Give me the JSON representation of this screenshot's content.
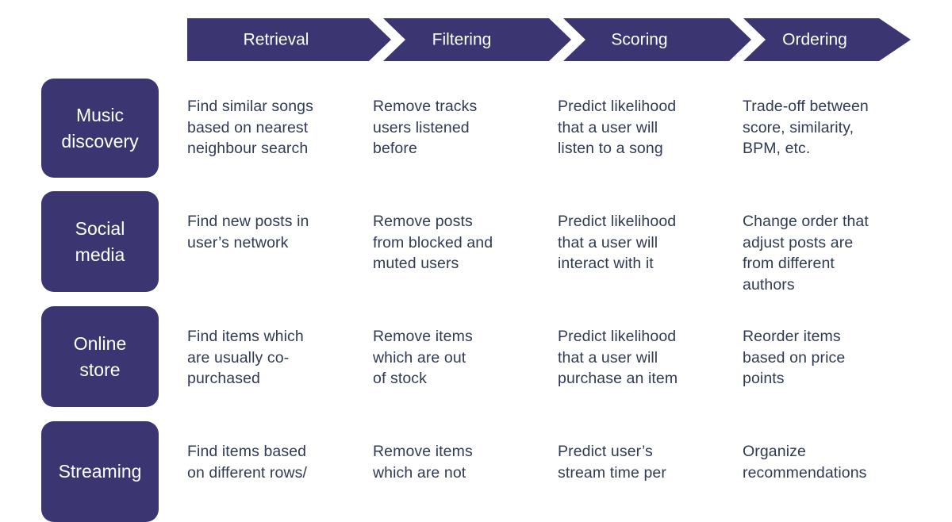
{
  "colors": {
    "indigo": "#3B3671",
    "cell_text": "#2F3B54",
    "header_text": "#FFFFFF",
    "background": "#FFFFFF"
  },
  "pipeline": {
    "stages": [
      {
        "label": "Retrieval"
      },
      {
        "label": "Filtering"
      },
      {
        "label": "Scoring"
      },
      {
        "label": "Ordering"
      }
    ],
    "rows": [
      {
        "label": "Music\ndiscovery",
        "cells": [
          "Find similar songs\nbased on nearest\nneighbour search",
          "Remove tracks\nusers listened\nbefore",
          "Predict likelihood\nthat a user will\nlisten to a song",
          "Trade-off between\nscore, similarity,\nBPM, etc."
        ]
      },
      {
        "label": "Social\nmedia",
        "cells": [
          "Find new posts in\nuser’s network",
          "Remove posts\nfrom blocked and\nmuted users",
          "Predict likelihood\nthat a user will\ninteract with it",
          "Change order that\nadjust posts are\nfrom different\nauthors"
        ]
      },
      {
        "label": "Online\nstore",
        "cells": [
          "Find items which\nare usually co-\npurchased",
          "Remove items\nwhich are out\nof stock",
          "Predict likelihood\nthat a user will\npurchase an item",
          "Reorder items\nbased on price\npoints"
        ]
      },
      {
        "label": "Streaming",
        "cells": [
          "Find items based\non different rows/",
          "Remove items\nwhich are not",
          "Predict user’s\nstream time per",
          "Organize\nrecommendations"
        ]
      }
    ]
  }
}
